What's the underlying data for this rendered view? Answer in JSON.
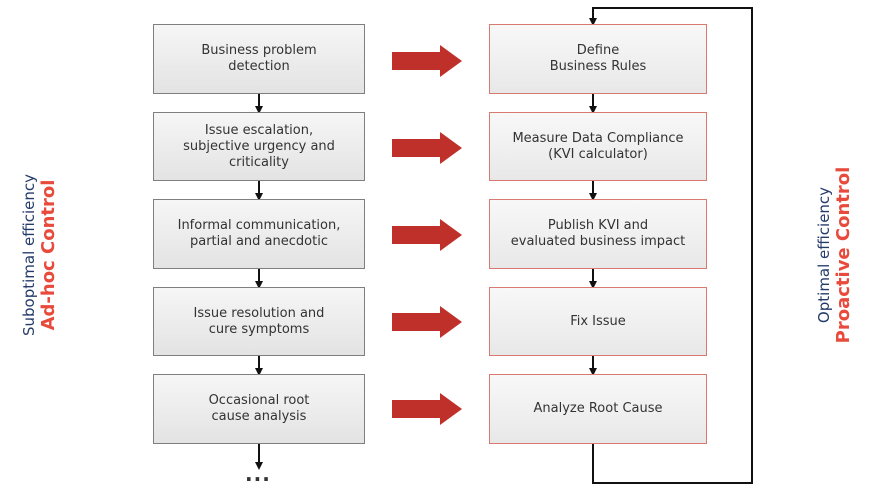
{
  "left_label": {
    "subtitle": "Suboptimal efficiency",
    "title": "Ad-hoc Control"
  },
  "right_label": {
    "subtitle": "Optimal efficiency",
    "title": "Proactive Control"
  },
  "left_steps": [
    "Business problem\ndetection",
    "Issue escalation,\nsubjective urgency and\ncriticality",
    "Informal communication,\npartial and anecdotic",
    "Issue resolution and\ncure symptoms",
    "Occasional root\ncause analysis"
  ],
  "right_steps": [
    "Define\nBusiness Rules",
    "Measure Data Compliance\n(KVI calculator)",
    "Publish KVI and\nevaluated business impact",
    "Fix Issue",
    "Analyze Root Cause"
  ],
  "continuation": "...",
  "colors": {
    "red_arrow": "#c0302a",
    "accent_red": "#e84a3c",
    "navy": "#243b69"
  }
}
